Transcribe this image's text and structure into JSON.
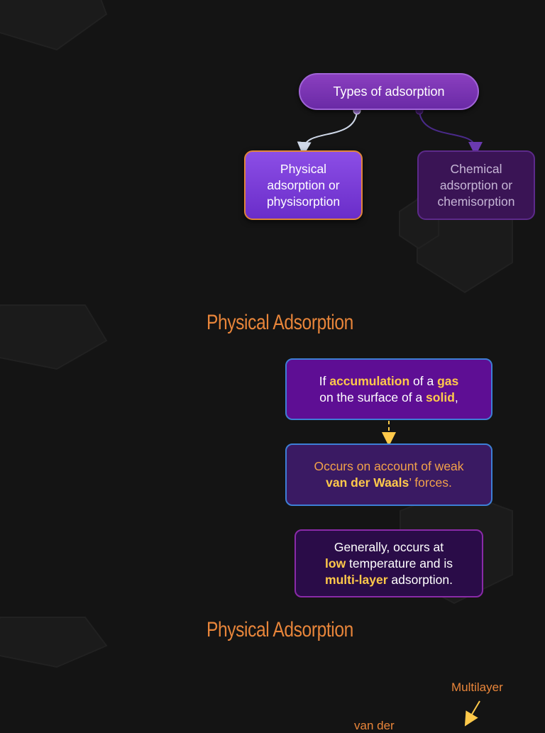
{
  "top_diagram": {
    "root": "Types of adsorption",
    "physical": [
      "Physical",
      "adsorption or",
      "physisorption"
    ],
    "chemical": [
      "Chemical",
      "adsorption or",
      "chemisorption"
    ]
  },
  "section1": {
    "title": "Physical Adsorption",
    "box1": {
      "p1": "If ",
      "h1": "accumulation",
      "p2": " of a ",
      "h2": "gas",
      "p3": "on the surface of a ",
      "h3": "solid",
      "p4": ","
    },
    "box2": {
      "line1": "Occurs on account of weak",
      "h1": "van der Waals",
      "p1": "’ forces."
    },
    "box3": {
      "line1": "Generally, occurs at",
      "h1": "low",
      "p1": " temperature and is",
      "h2": "multi-layer",
      "p2": " adsorption."
    }
  },
  "section2": {
    "title": "Physical Adsorption",
    "labels": {
      "multilayer": "Multilayer",
      "vanderwaals_partial": "van der"
    }
  },
  "colors": {
    "background": "#141414",
    "title_orange": "#e8853a",
    "highlight": "#ffc94a",
    "purple": "#6a2dc9",
    "blue_border": "#3d7fd6"
  }
}
